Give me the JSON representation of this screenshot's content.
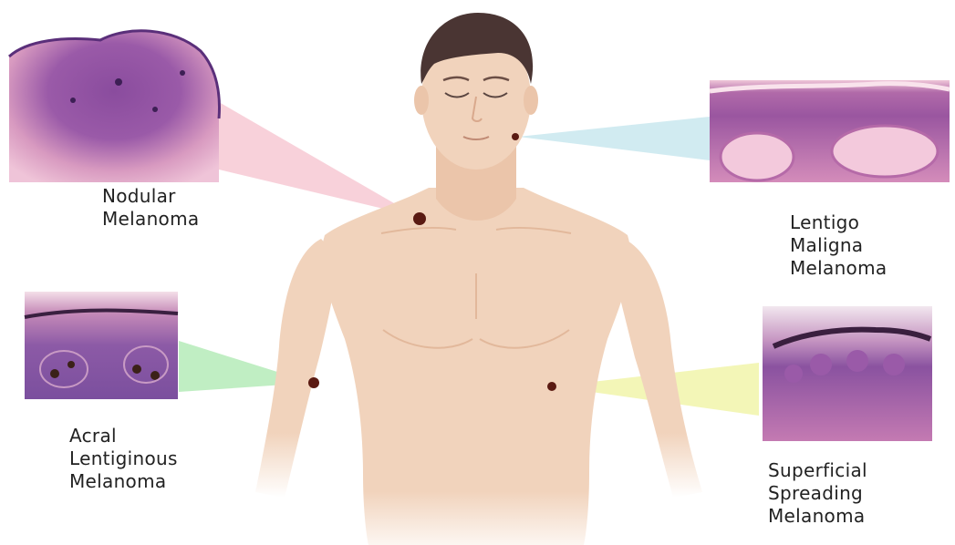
{
  "colors": {
    "skin": "#f1d3bc",
    "skin_shadow": "#e2b89b",
    "hair": "#4a3533",
    "lesion": "#5a1a12",
    "beam_nodular": "#f7c9d3",
    "beam_lentigo": "#c9e8ef",
    "beam_acral": "#b9ecbd",
    "beam_superficial": "#f2f5b3",
    "tissue_pink": "#e8a9c8",
    "tissue_purple": "#8a4c9e"
  },
  "figure": {
    "subject": "male torso with four melanoma lesion sites"
  },
  "callouts": [
    {
      "id": "nodular",
      "label_lines": [
        "Nodular",
        "Melanoma"
      ],
      "lesion_site": "neck-left",
      "beam_color": "beam_nodular"
    },
    {
      "id": "lentigo",
      "label_lines": [
        "Lentigo",
        "Maligna",
        "Melanoma"
      ],
      "lesion_site": "cheek-left",
      "beam_color": "beam_lentigo"
    },
    {
      "id": "acral",
      "label_lines": [
        "Acral",
        "Lentiginous",
        "Melanoma"
      ],
      "lesion_site": "upper-arm-right",
      "beam_color": "beam_acral"
    },
    {
      "id": "superficial",
      "label_lines": [
        "Superficial",
        "Spreading",
        "Melanoma"
      ],
      "lesion_site": "chest-left",
      "beam_color": "beam_superficial"
    }
  ]
}
